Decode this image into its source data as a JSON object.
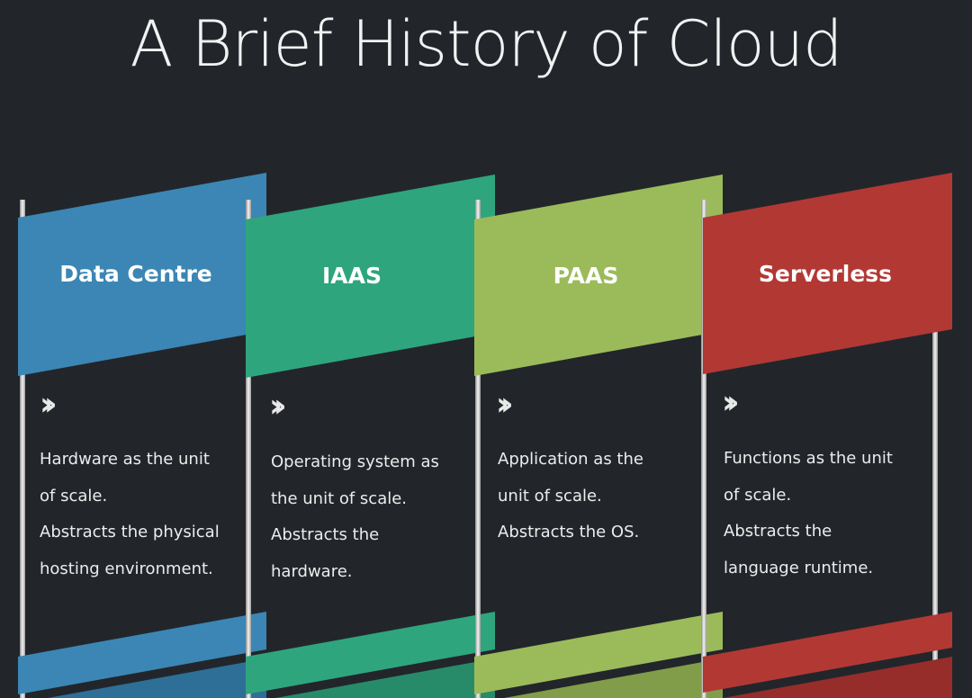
{
  "title": "A Brief History of Cloud",
  "colors": {
    "background": "#22262b",
    "data_centre": "#3b86b4",
    "iaas": "#2fa57d",
    "paas": "#9bbb5a",
    "serverless": "#b23834"
  },
  "stages": [
    {
      "label": "Data Centre",
      "icon": "double-chevron-icon",
      "lines": [
        "Hardware as the unit",
        "of scale.",
        "Abstracts the physical",
        "hosting environment."
      ]
    },
    {
      "label": "IAAS",
      "icon": "double-chevron-icon",
      "lines": [
        "Operating system as",
        "the unit of scale.",
        "Abstracts the",
        "hardware."
      ]
    },
    {
      "label": "PAAS",
      "icon": "double-chevron-icon",
      "lines": [
        "Application as the",
        "unit of scale.",
        "Abstracts the OS."
      ]
    },
    {
      "label": "Serverless",
      "icon": "double-chevron-icon",
      "lines": [
        "Functions as the unit",
        "of scale.",
        "Abstracts the",
        "language runtime."
      ]
    }
  ]
}
